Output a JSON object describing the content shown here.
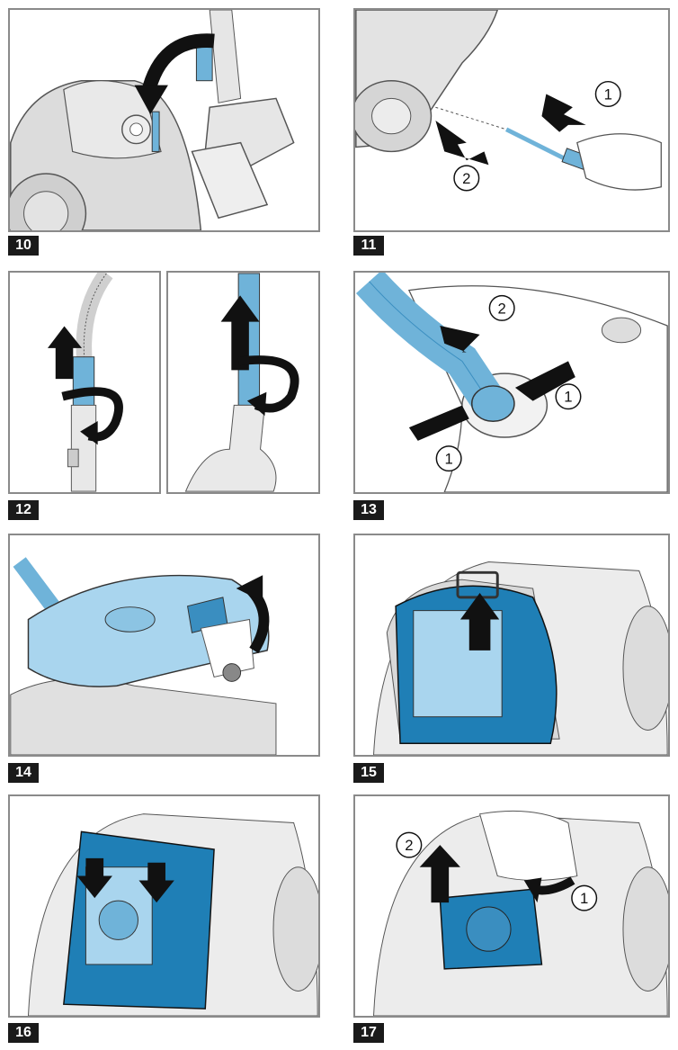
{
  "steps": [
    {
      "number": "10"
    },
    {
      "number": "11",
      "callouts": [
        "1",
        "2"
      ]
    },
    {
      "number": "12"
    },
    {
      "number": "13",
      "callouts": [
        "2",
        "1",
        "1"
      ]
    },
    {
      "number": "14"
    },
    {
      "number": "15"
    },
    {
      "number": "16"
    },
    {
      "number": "17",
      "callouts": [
        "2",
        "1"
      ]
    }
  ],
  "colors": {
    "accent_blue": "#6fb3d9",
    "dark_blue": "#1f7fb6",
    "light_blue": "#a9d5ee",
    "grey": "#d9d9d9",
    "outline": "#555555"
  }
}
